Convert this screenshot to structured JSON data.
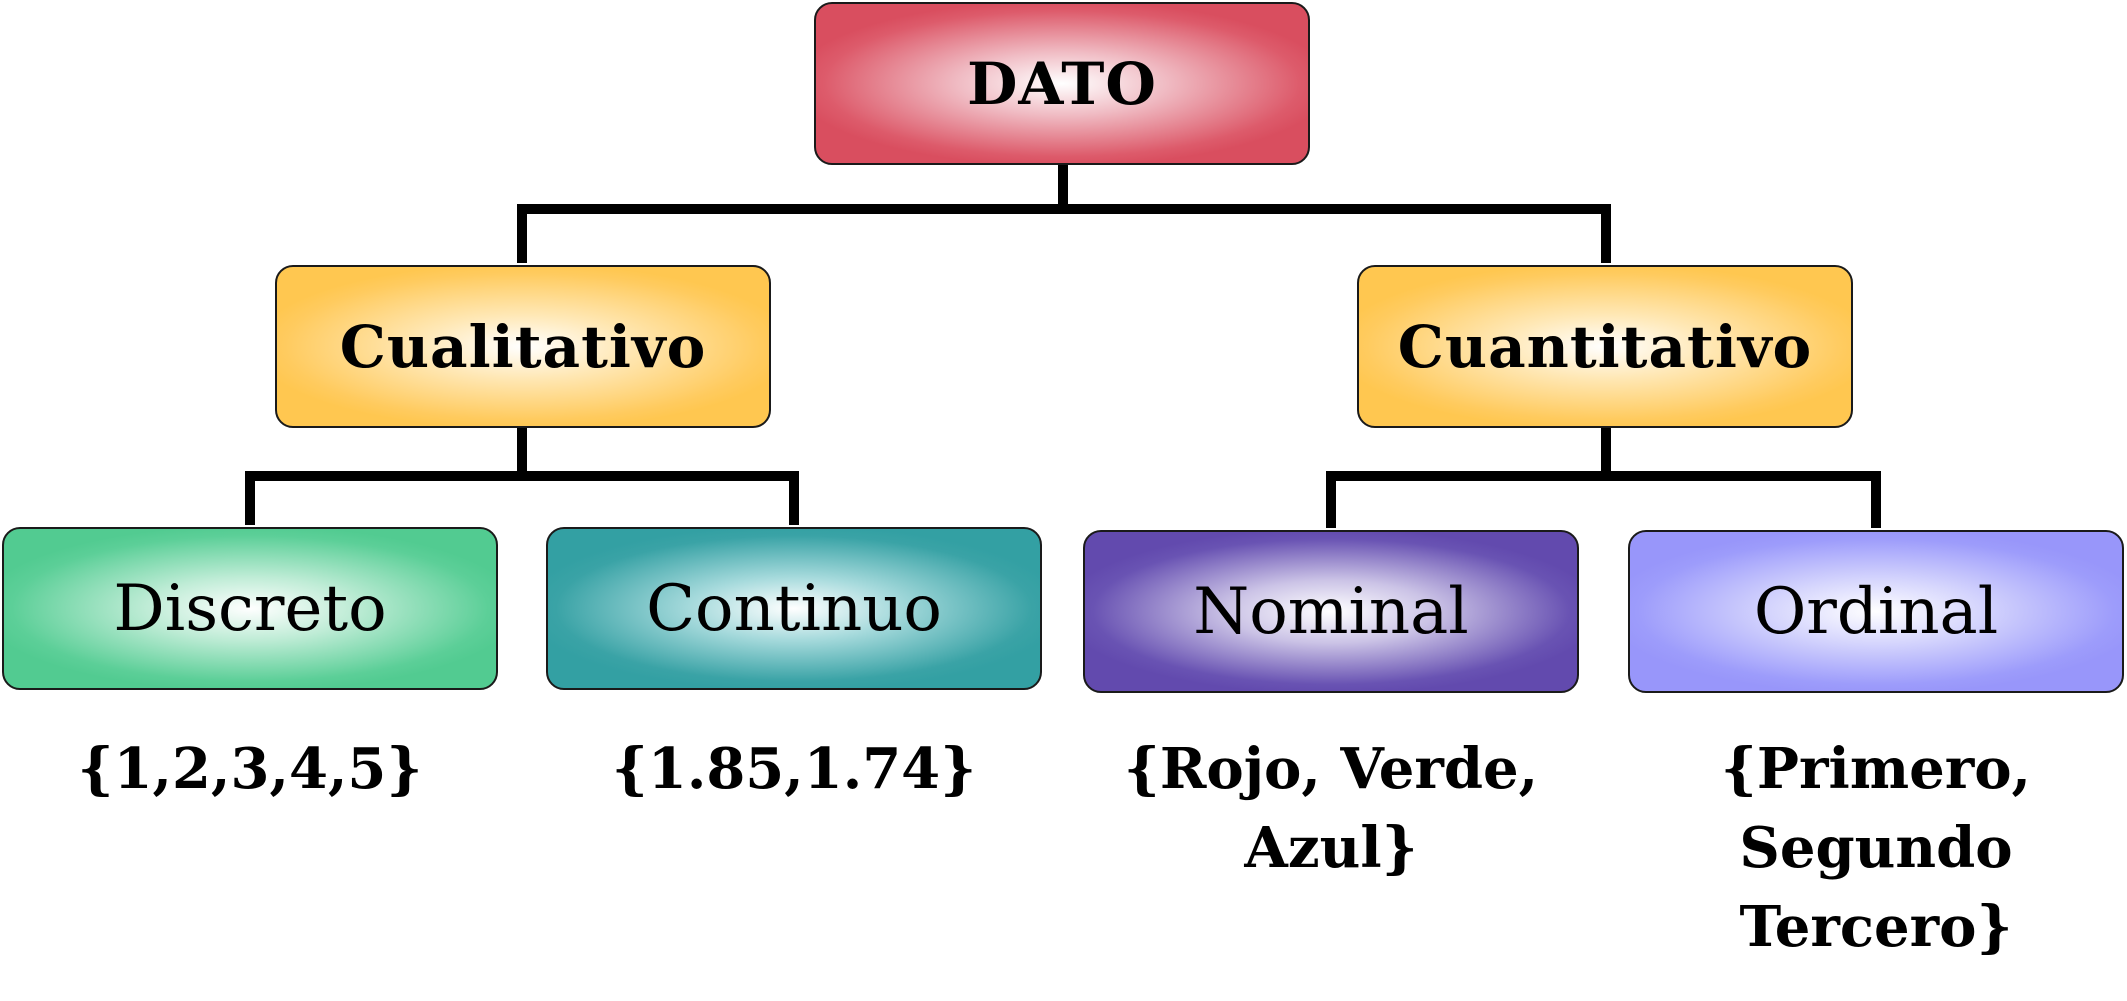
{
  "root": {
    "label": "DATO",
    "color": "#dd5b6b"
  },
  "level1": [
    {
      "label": "Cualitativo",
      "color": "#ffcb5f"
    },
    {
      "label": "Cuantitativo",
      "color": "#ffcb5f"
    }
  ],
  "level2": [
    {
      "label": "Discreto",
      "color": "#5ccf98",
      "example": "{1,2,3,4,5}"
    },
    {
      "label": "Continuo",
      "color": "#3aa3a6",
      "example": "{1.85,1.74}"
    },
    {
      "label": "Nominal",
      "color": "#6953b3",
      "example": "{Rojo, Verde,\nAzul}"
    },
    {
      "label": "Ordinal",
      "color": "#9d9cfb",
      "example": "{Primero,\nSegundo\nTercero}"
    }
  ]
}
